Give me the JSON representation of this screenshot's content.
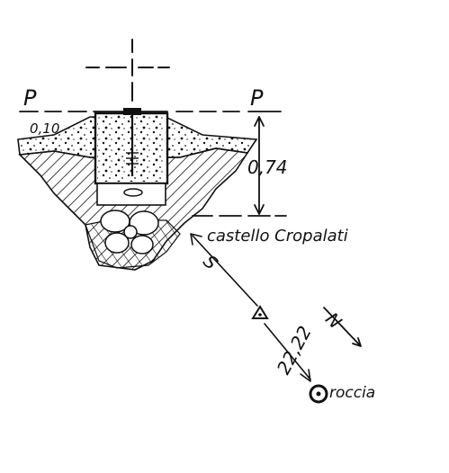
{
  "diagram": {
    "reference_left": "P",
    "reference_right": "P",
    "offset_top": "0,10",
    "depth": "0,74",
    "location": "castello Cropalati",
    "distance": "22,22",
    "bearing_letter": "S",
    "north_letter": "N",
    "target": "roccia"
  }
}
